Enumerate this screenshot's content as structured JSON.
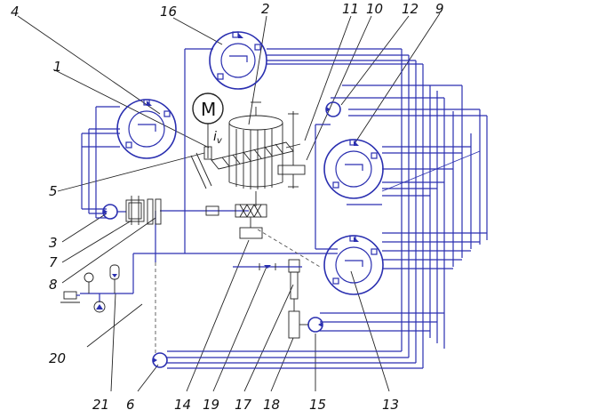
{
  "motor_label": "M",
  "ratio_label": "i",
  "ratio_subscript": "v",
  "labels": [
    "1",
    "2",
    "3",
    "4",
    "5",
    "6",
    "7",
    "8",
    "9",
    "10",
    "11",
    "12",
    "13",
    "14",
    "15",
    "16",
    "17",
    "18",
    "19",
    "20",
    "21"
  ]
}
